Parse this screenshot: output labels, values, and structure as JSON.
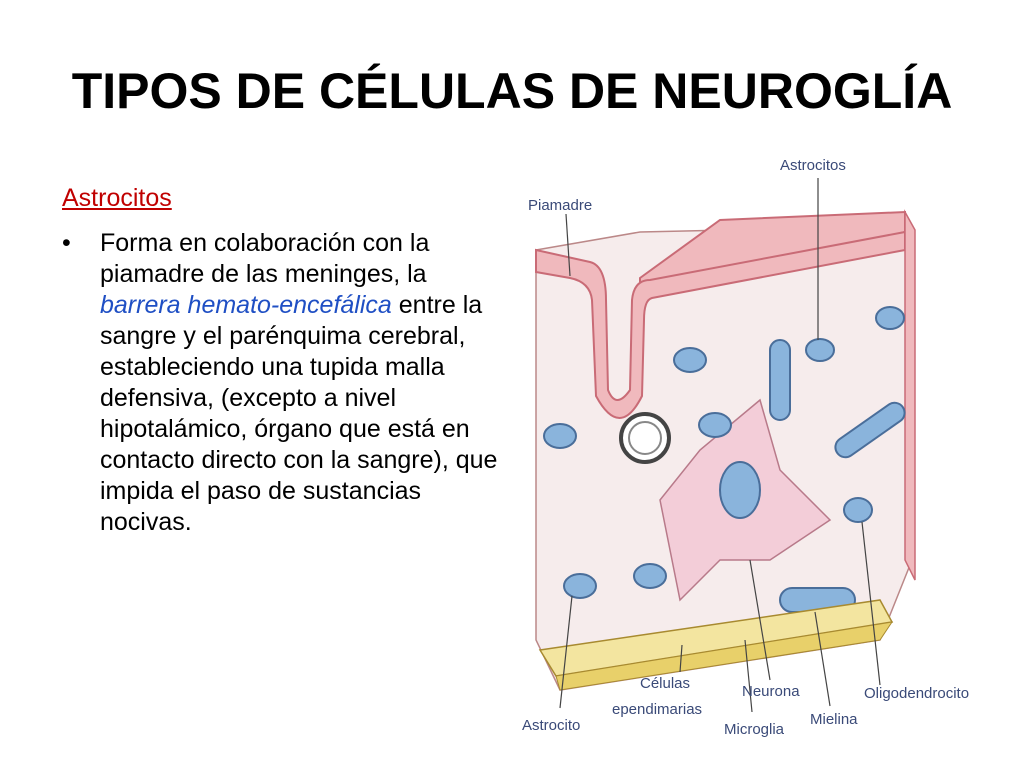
{
  "slide": {
    "title": "TIPOS DE CÉLULAS DE NEUROGLÍA",
    "heading": "Astrocitos",
    "bullet": {
      "symbol": "•",
      "text_1": "Forma en colaboración con la piamadre de las meninges, la ",
      "highlight": "barrera hemato-encefálica",
      "text_2": " entre la sangre y el parénquima cerebral, estableciendo una tupida malla defensiva, (excepto a nivel hipotalámico, órgano que está en contacto directo con la sangre), que impida el paso de sustancias nocivas."
    }
  },
  "figure": {
    "labels": {
      "astrocitos": "Astrocitos",
      "piamadre": "Piamadre",
      "celulas_1": "Células",
      "celulas_2": "ependimarias",
      "neurona": "Neurona",
      "oligodendrocito": "Oligodendrocito",
      "astrocito": "Astrocito",
      "microglia": "Microglia",
      "mielina": "Mielina"
    },
    "colors": {
      "tissue": "#f6ecec",
      "pia": "#f0b9bd",
      "pia_edge": "#c96b76",
      "cell": "#8ab4dc",
      "cell_edge": "#4a6e9a",
      "nucleus": "#3e5f8a",
      "neuron": "#f3cdd8",
      "ependymal": "#f3e5a0"
    }
  }
}
